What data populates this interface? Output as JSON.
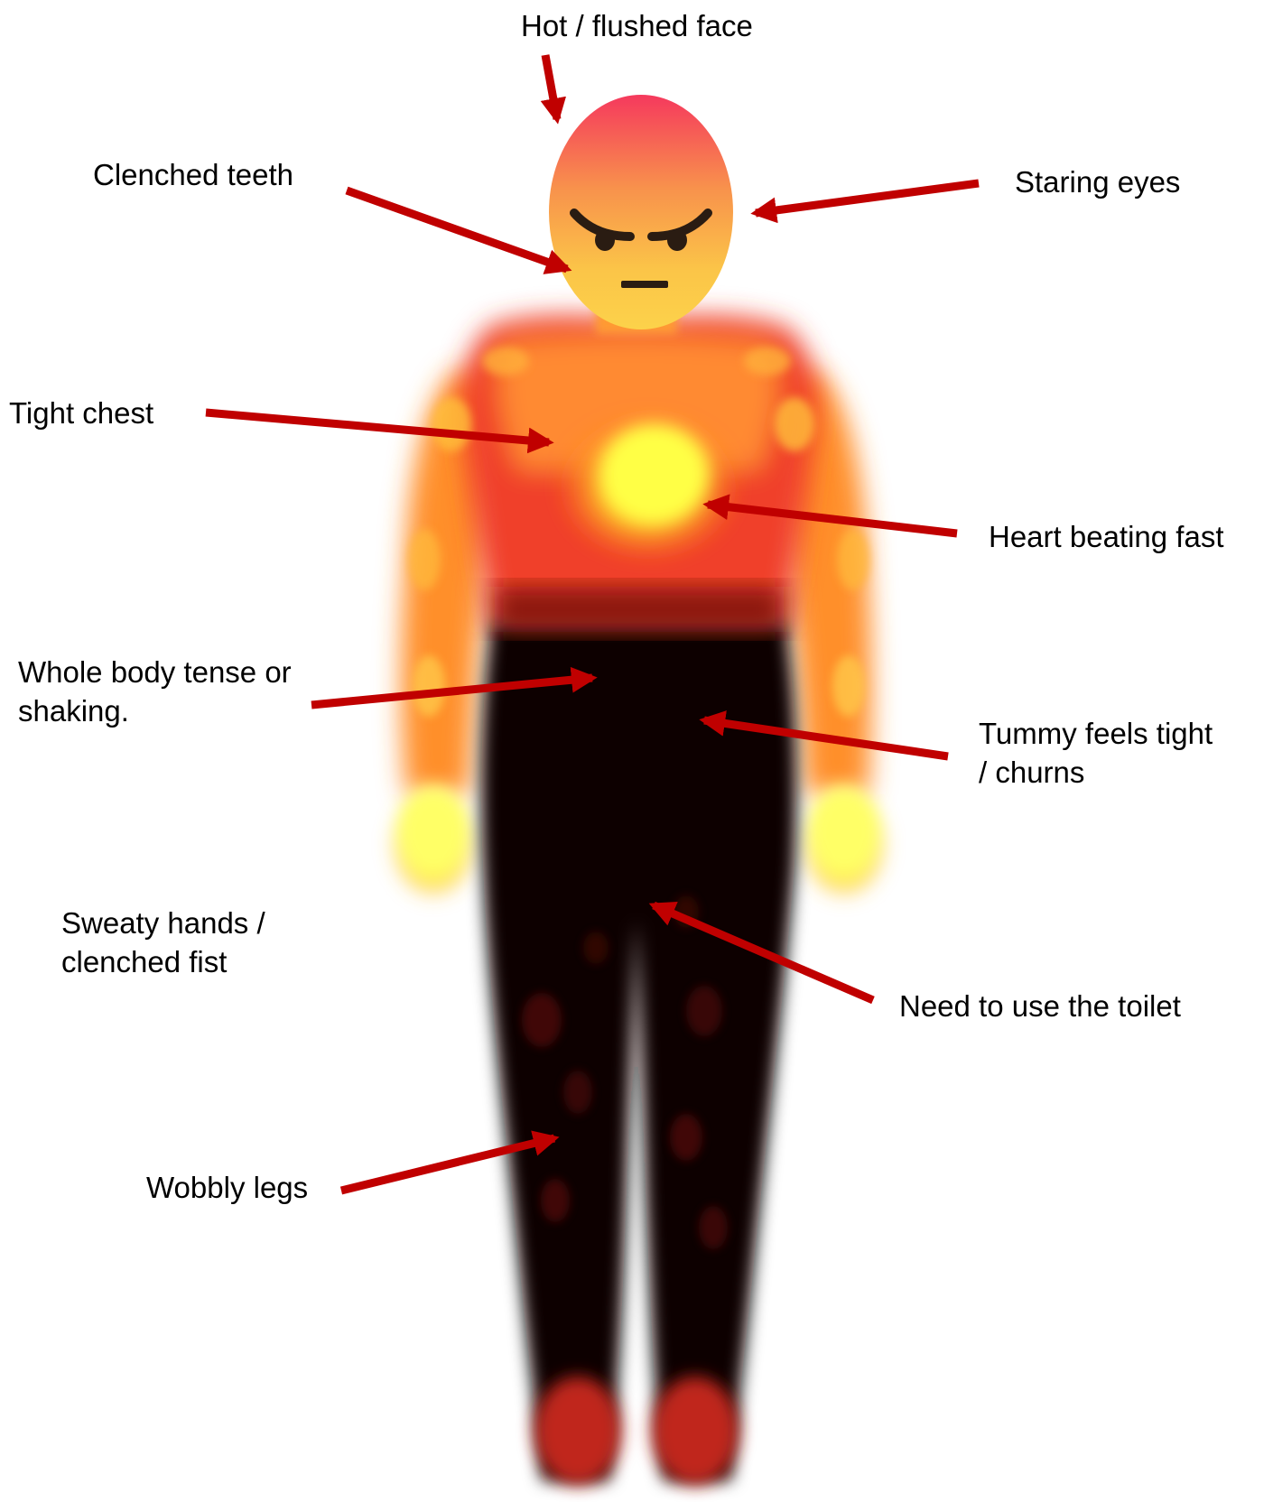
{
  "colors": {
    "arrow": "#c00000",
    "text": "#000000",
    "background": "#ffffff"
  },
  "face_icon": "angry-face-icon",
  "body_icon": "body-heat-map-figure",
  "labels": {
    "hot_face": "Hot / flushed face",
    "clenched_teeth": "Clenched teeth",
    "staring_eyes": "Staring eyes",
    "tight_chest": "Tight chest",
    "heart_fast": "Heart beating fast",
    "body_tense_1": "Whole body tense or",
    "body_tense_2": "shaking.",
    "tummy_1": "Tummy feels tight",
    "tummy_2": "/ churns",
    "sweaty_1": "Sweaty hands /",
    "sweaty_2": "clenched fist",
    "toilet": "Need to use the toilet",
    "wobbly_legs": "Wobbly legs"
  }
}
